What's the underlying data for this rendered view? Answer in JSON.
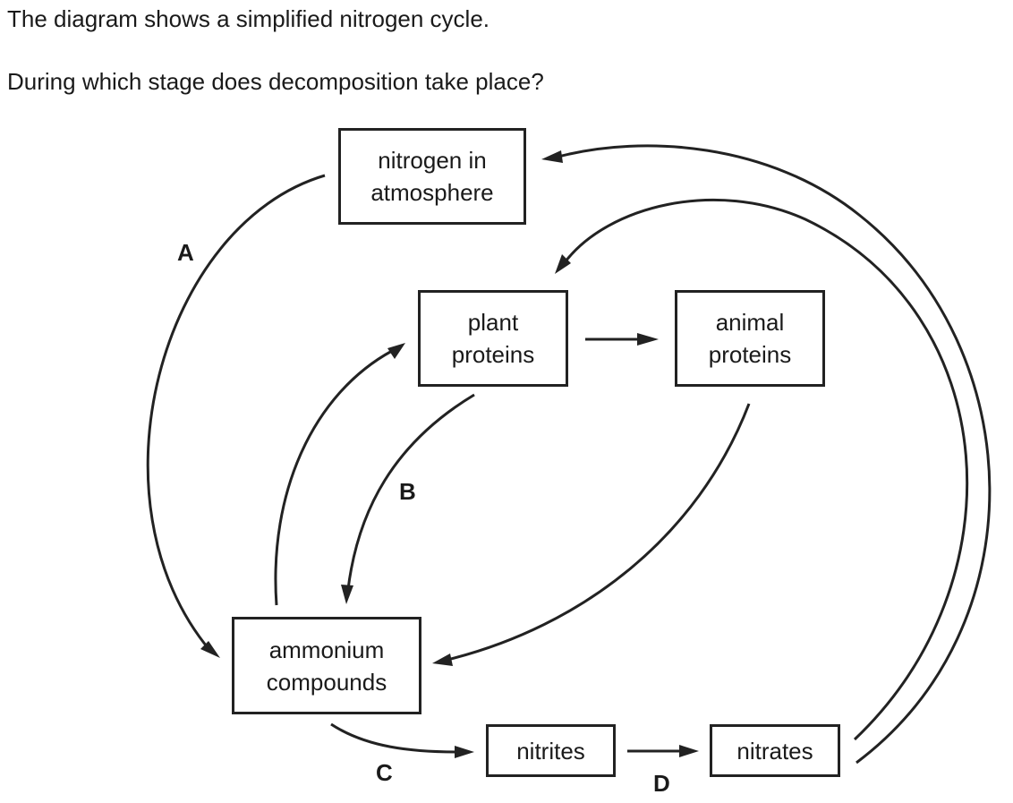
{
  "question": {
    "intro": "The diagram shows a simplified nitrogen cycle.",
    "prompt": "During which stage does decomposition take place?"
  },
  "diagram": {
    "boxes": {
      "atmosphere": "nitrogen in\natmosphere",
      "plant_proteins": "plant\nproteins",
      "animal_proteins": "animal\nproteins",
      "ammonium": "ammonium\ncompounds",
      "nitrites": "nitrites",
      "nitrates": "nitrates"
    },
    "stage_labels": {
      "A": "A",
      "B": "B",
      "C": "C",
      "D": "D"
    },
    "arrows": [
      {
        "name": "arrow-atmosphere-to-ammonium",
        "from": "nitrogen in atmosphere",
        "to": "ammonium compounds",
        "stage": "A"
      },
      {
        "name": "arrow-plant-to-animal",
        "from": "plant proteins",
        "to": "animal proteins"
      },
      {
        "name": "arrow-plant-to-ammonium",
        "from": "plant proteins",
        "to": "ammonium compounds",
        "stage": "B"
      },
      {
        "name": "arrow-animal-to-ammonium",
        "from": "animal proteins",
        "to": "ammonium compounds"
      },
      {
        "name": "arrow-ammonium-to-plant",
        "from": "ammonium compounds",
        "to": "plant proteins"
      },
      {
        "name": "arrow-ammonium-to-nitrites",
        "from": "ammonium compounds",
        "to": "nitrites",
        "stage": "C"
      },
      {
        "name": "arrow-nitrites-to-nitrates",
        "from": "nitrites",
        "to": "nitrates",
        "stage": "D"
      },
      {
        "name": "arrow-nitrates-to-plant",
        "from": "nitrates",
        "to": "plant proteins"
      },
      {
        "name": "arrow-nitrates-to-atmosphere",
        "from": "nitrates",
        "to": "nitrogen in atmosphere"
      }
    ]
  }
}
